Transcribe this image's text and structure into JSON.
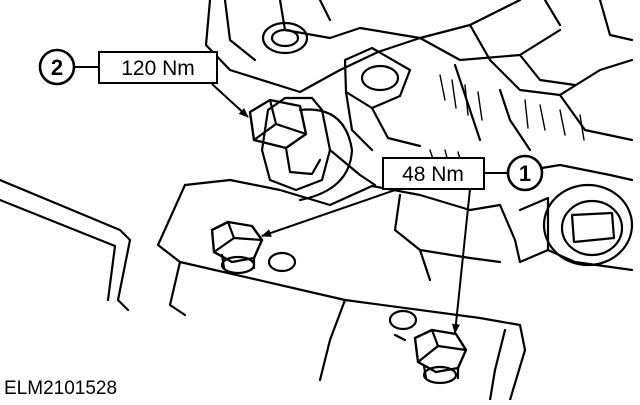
{
  "figure_id": "ELM2101528",
  "callouts": [
    {
      "number": "1",
      "label": "48 Nm"
    },
    {
      "number": "2",
      "label": "120 Nm"
    }
  ]
}
